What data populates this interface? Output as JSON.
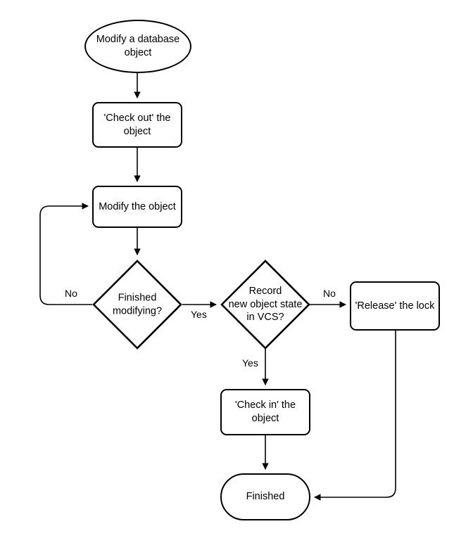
{
  "diagram": {
    "title": "Modify a database object flowchart",
    "type": "flowchart",
    "background_color": "#ffffff",
    "stroke_color": "#000000",
    "text_color": "#000000"
  },
  "nodes": {
    "start": {
      "label": "Modify a database\nobject",
      "shape": "ellipse"
    },
    "check_out": {
      "label": "'Check out' the\nobject",
      "shape": "rounded-rect"
    },
    "modify": {
      "label": "Modify the object",
      "shape": "rounded-rect"
    },
    "finished_modifying": {
      "label": "Finished\nmodifying?",
      "shape": "diamond"
    },
    "record_vcs": {
      "label": "Record\nnew object state\nin VCS?",
      "shape": "diamond"
    },
    "release_lock": {
      "label": "'Release' the lock",
      "shape": "rounded-rect"
    },
    "check_in": {
      "label": "'Check in' the\nobject",
      "shape": "rounded-rect"
    },
    "finished": {
      "label": "Finished",
      "shape": "stadium"
    }
  },
  "edge_labels": {
    "modifying_no": "No",
    "modifying_yes": "Yes",
    "vcs_no": "No",
    "vcs_yes": "Yes"
  }
}
